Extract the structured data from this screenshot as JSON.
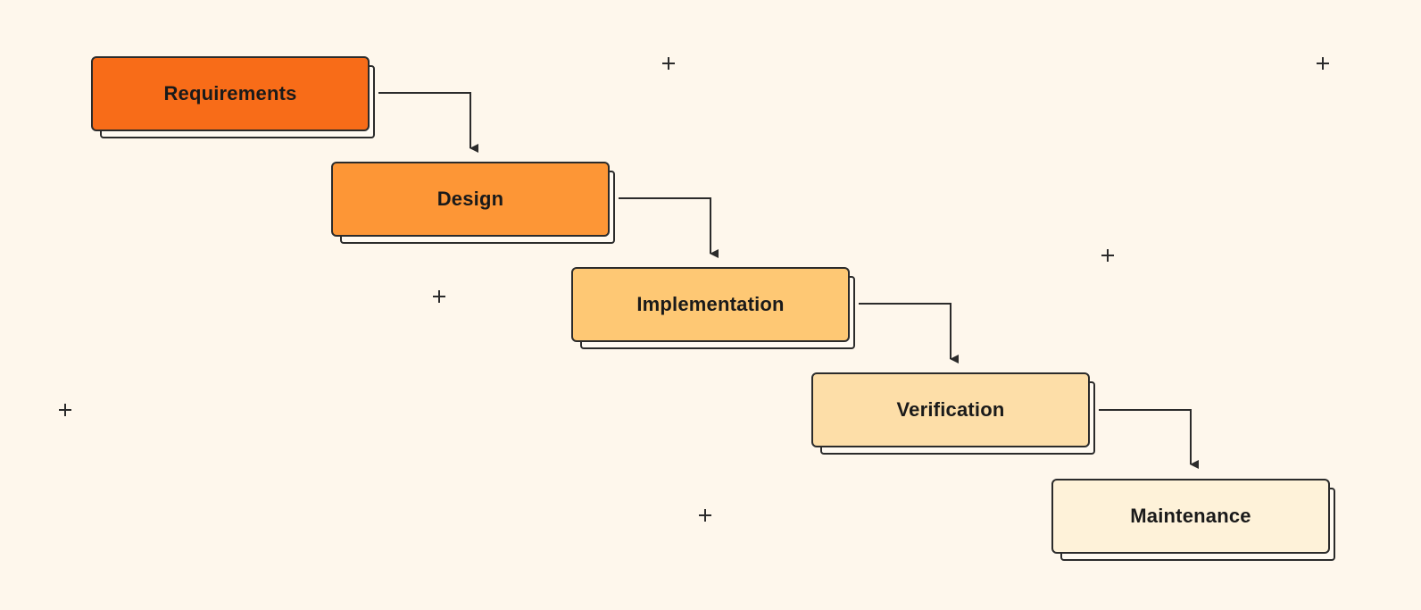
{
  "diagram": {
    "type": "waterfall",
    "stages": [
      {
        "label": "Requirements",
        "color": "#f86c18"
      },
      {
        "label": "Design",
        "color": "#fd9636"
      },
      {
        "label": "Implementation",
        "color": "#fec874"
      },
      {
        "label": "Verification",
        "color": "#fddea8"
      },
      {
        "label": "Maintenance",
        "color": "#fef2d9"
      }
    ],
    "connectors": [
      {
        "from": "Requirements",
        "to": "Design"
      },
      {
        "from": "Design",
        "to": "Implementation"
      },
      {
        "from": "Implementation",
        "to": "Verification"
      },
      {
        "from": "Verification",
        "to": "Maintenance"
      }
    ],
    "line_color": "#2b2b2b",
    "background": "#fef7ec"
  }
}
